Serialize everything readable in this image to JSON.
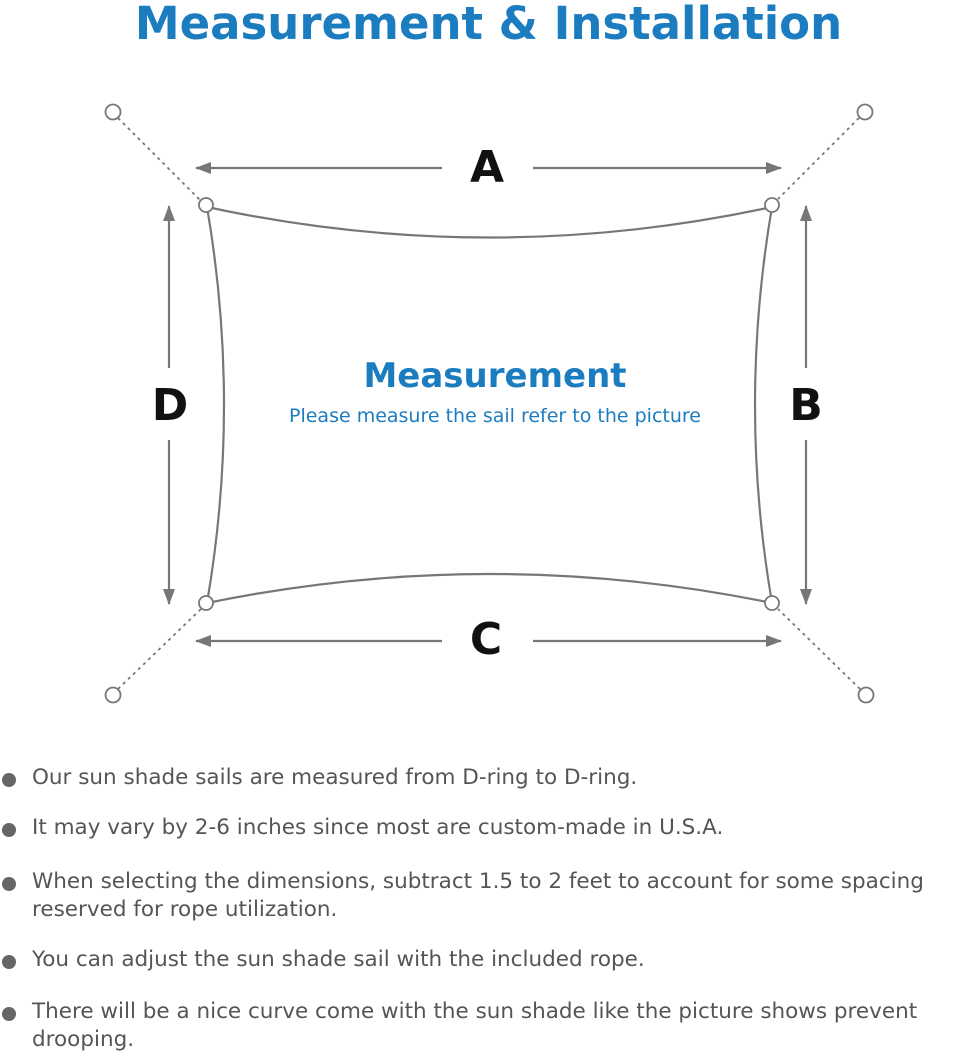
{
  "title": "Measurement & Installation",
  "diagram": {
    "labels": {
      "top": "A",
      "right": "B",
      "bottom": "C",
      "left": "D"
    },
    "center_title": "Measurement",
    "center_subtitle": "Please measure the sail refer to the picture"
  },
  "notes": [
    "Our sun shade sails are measured from D-ring to D-ring.",
    "It may vary by 2-6 inches since most are custom-made in U.S.A.",
    "When selecting the dimensions, subtract 1.5 to 2 feet to account for some spacing reserved for rope utilization.",
    "You can adjust the sun shade sail with the included rope.",
    "There will be a nice curve come with the sun shade like the picture shows prevent drooping."
  ],
  "colors": {
    "accent": "#1c7cc0",
    "line": "#777777",
    "text": "#555555",
    "label": "#111111"
  }
}
